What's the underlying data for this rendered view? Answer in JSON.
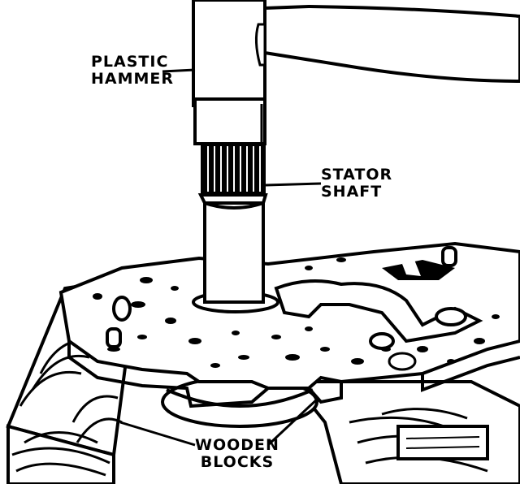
{
  "labels": {
    "hammer": {
      "line1": "PLASTIC",
      "line2": "HAMMER"
    },
    "stator": {
      "line1": "STATOR",
      "line2": "SHAFT"
    },
    "blocks": {
      "line1": "WOODEN",
      "line2": "BLOCKS"
    }
  },
  "colors": {
    "ink": "#000000",
    "paper": "#ffffff"
  }
}
